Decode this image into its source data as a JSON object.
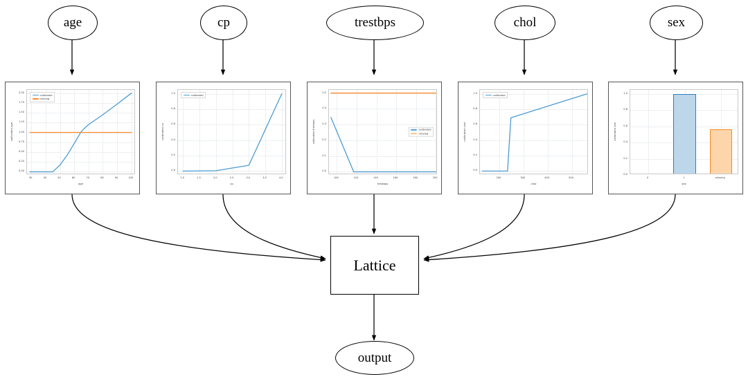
{
  "graph": {
    "input_nodes": [
      {
        "label": "age"
      },
      {
        "label": "cp"
      },
      {
        "label": "trestbps"
      },
      {
        "label": "chol"
      },
      {
        "label": "sex"
      }
    ],
    "lattice_label": "Lattice",
    "output_label": "output"
  },
  "colors": {
    "calibrated": "#4c9bd1",
    "missing": "#ff8c2b",
    "bar_blue_fill": "#bcd6ea",
    "bar_blue_edge": "#2f7fbf",
    "bar_orange_fill": "#fcd5ab",
    "bar_orange_edge": "#f58a20",
    "node_stroke": "#000000",
    "box_stroke": "#555555",
    "grid": "#eceff1"
  },
  "charts": [
    {
      "id": "age",
      "chart_data": {
        "type": "line",
        "title": "",
        "xlabel": "age",
        "ylabel": "calibrated age",
        "xlim": [
          27,
          103
        ],
        "ylim": [
          -0.08,
          2.08
        ],
        "xticks": [
          "30",
          "40",
          "50",
          "60",
          "70",
          "80",
          "90",
          "100"
        ],
        "xtick_values": [
          30,
          40,
          50,
          60,
          70,
          80,
          90,
          100
        ],
        "yticks": [
          "0.00",
          "0.25",
          "0.50",
          "0.75",
          "1.00",
          "1.25",
          "1.50",
          "1.75",
          "2.00"
        ],
        "ytick_values": [
          0.0,
          0.25,
          0.5,
          0.75,
          1.0,
          1.25,
          1.5,
          1.75,
          2.0
        ],
        "grid": true,
        "legend_position": "upper left",
        "series": [
          {
            "name": "calibrated",
            "color": "#4c9bd1",
            "x": [
              29,
              45,
              50,
              55,
              60,
              65,
              70,
              80,
              90,
              100
            ],
            "y": [
              0.0,
              0.0,
              0.17,
              0.42,
              0.72,
              1.03,
              1.2,
              1.45,
              1.72,
              2.0
            ]
          },
          {
            "name": "missing",
            "color": "#ff8c2b",
            "x": [
              29,
              100
            ],
            "y": [
              1.0,
              1.0
            ]
          }
        ]
      }
    },
    {
      "id": "cp",
      "chart_data": {
        "type": "line",
        "title": "",
        "xlabel": "cp",
        "ylabel": "calibrated cp",
        "xlim": [
          0.85,
          4.15
        ],
        "ylim": [
          -0.05,
          1.05
        ],
        "xticks": [
          "1.0",
          "1.5",
          "2.0",
          "2.5",
          "3.0",
          "3.5",
          "4.0"
        ],
        "xtick_values": [
          1.0,
          1.5,
          2.0,
          2.5,
          3.0,
          3.5,
          4.0
        ],
        "yticks": [
          "0.0",
          "0.2",
          "0.4",
          "0.6",
          "0.8",
          "1.0"
        ],
        "ytick_values": [
          0.0,
          0.2,
          0.4,
          0.6,
          0.8,
          1.0
        ],
        "grid": true,
        "legend_position": "upper left",
        "series": [
          {
            "name": "calibrated",
            "color": "#4c9bd1",
            "x": [
              1.0,
              2.0,
              3.0,
              4.0
            ],
            "y": [
              0.0,
              0.005,
              0.075,
              1.0
            ]
          }
        ]
      }
    },
    {
      "id": "trestbps",
      "chart_data": {
        "type": "line",
        "title": "",
        "xlabel": "trestbps",
        "ylabel": "calibrated trestbps",
        "xlim": [
          92,
          202
        ],
        "ylim": [
          -0.02,
          0.52
        ],
        "xticks": [
          "100",
          "120",
          "140",
          "160",
          "180",
          "200"
        ],
        "xtick_values": [
          100,
          120,
          140,
          160,
          180,
          200
        ],
        "yticks": [
          "0.0",
          "0.1",
          "0.2",
          "0.3",
          "0.4",
          "0.5"
        ],
        "ytick_values": [
          0.0,
          0.1,
          0.2,
          0.3,
          0.4,
          0.5
        ],
        "grid": true,
        "legend_position": "center right",
        "series": [
          {
            "name": "calibrated",
            "color": "#4c9bd1",
            "x": [
              94,
              117,
              200
            ],
            "y": [
              0.345,
              0.0,
              0.0
            ]
          },
          {
            "name": "missing",
            "color": "#ff8c2b",
            "x": [
              94,
              200
            ],
            "y": [
              0.5,
              0.5
            ]
          }
        ]
      }
    },
    {
      "id": "chol",
      "chart_data": {
        "type": "line",
        "title": "",
        "xlabel": "chol",
        "ylabel": "calibrated chol",
        "xlim": [
          120,
          570
        ],
        "ylim": [
          -0.05,
          1.05
        ],
        "xticks": [
          "200",
          "300",
          "400",
          "500"
        ],
        "xtick_values": [
          200,
          300,
          400,
          500
        ],
        "yticks": [
          "0.0",
          "0.2",
          "0.4",
          "0.6",
          "0.8",
          "1.0"
        ],
        "ytick_values": [
          0.0,
          0.2,
          0.4,
          0.6,
          0.8,
          1.0
        ],
        "grid": true,
        "legend_position": "upper left",
        "series": [
          {
            "name": "calibrated",
            "color": "#4c9bd1",
            "x": [
              130,
              234,
              248,
              564
            ],
            "y": [
              0.0,
              0.0,
              0.69,
              1.0
            ]
          }
        ]
      }
    },
    {
      "id": "sex",
      "chart_data": {
        "type": "bar",
        "title": "",
        "xlabel": "sex",
        "ylabel": "calibrated sex",
        "categories": [
          "0",
          "1",
          "missing"
        ],
        "values": [
          0.0,
          1.0,
          0.56
        ],
        "bar_colors": [
          "#bcd6ea",
          "#bcd6ea",
          "#fcd5ab"
        ],
        "bar_edge_colors": [
          "#2f7fbf",
          "#2f7fbf",
          "#f58a20"
        ],
        "yticks": [
          "0.0",
          "0.2",
          "0.4",
          "0.6",
          "0.8",
          "1.0"
        ],
        "ytick_values": [
          0.0,
          0.2,
          0.4,
          0.6,
          0.8,
          1.0
        ],
        "ylim": [
          0.0,
          1.05
        ],
        "grid": true,
        "legend_position": "none"
      }
    }
  ]
}
